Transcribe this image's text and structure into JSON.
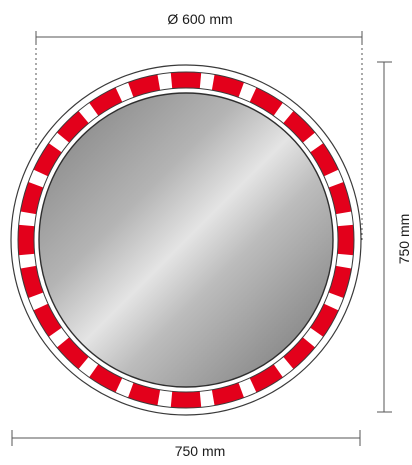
{
  "dimensions": {
    "inner_diameter": "Ø 600 mm",
    "outer_width": "750 mm",
    "outer_height": "750 mm"
  },
  "colors": {
    "stripe_red": "#e3001b",
    "outline": "#3a3a3a",
    "mirror_dark": "#8a8a8a",
    "mirror_light": "#e6e6e6"
  },
  "ring_segments": 24
}
